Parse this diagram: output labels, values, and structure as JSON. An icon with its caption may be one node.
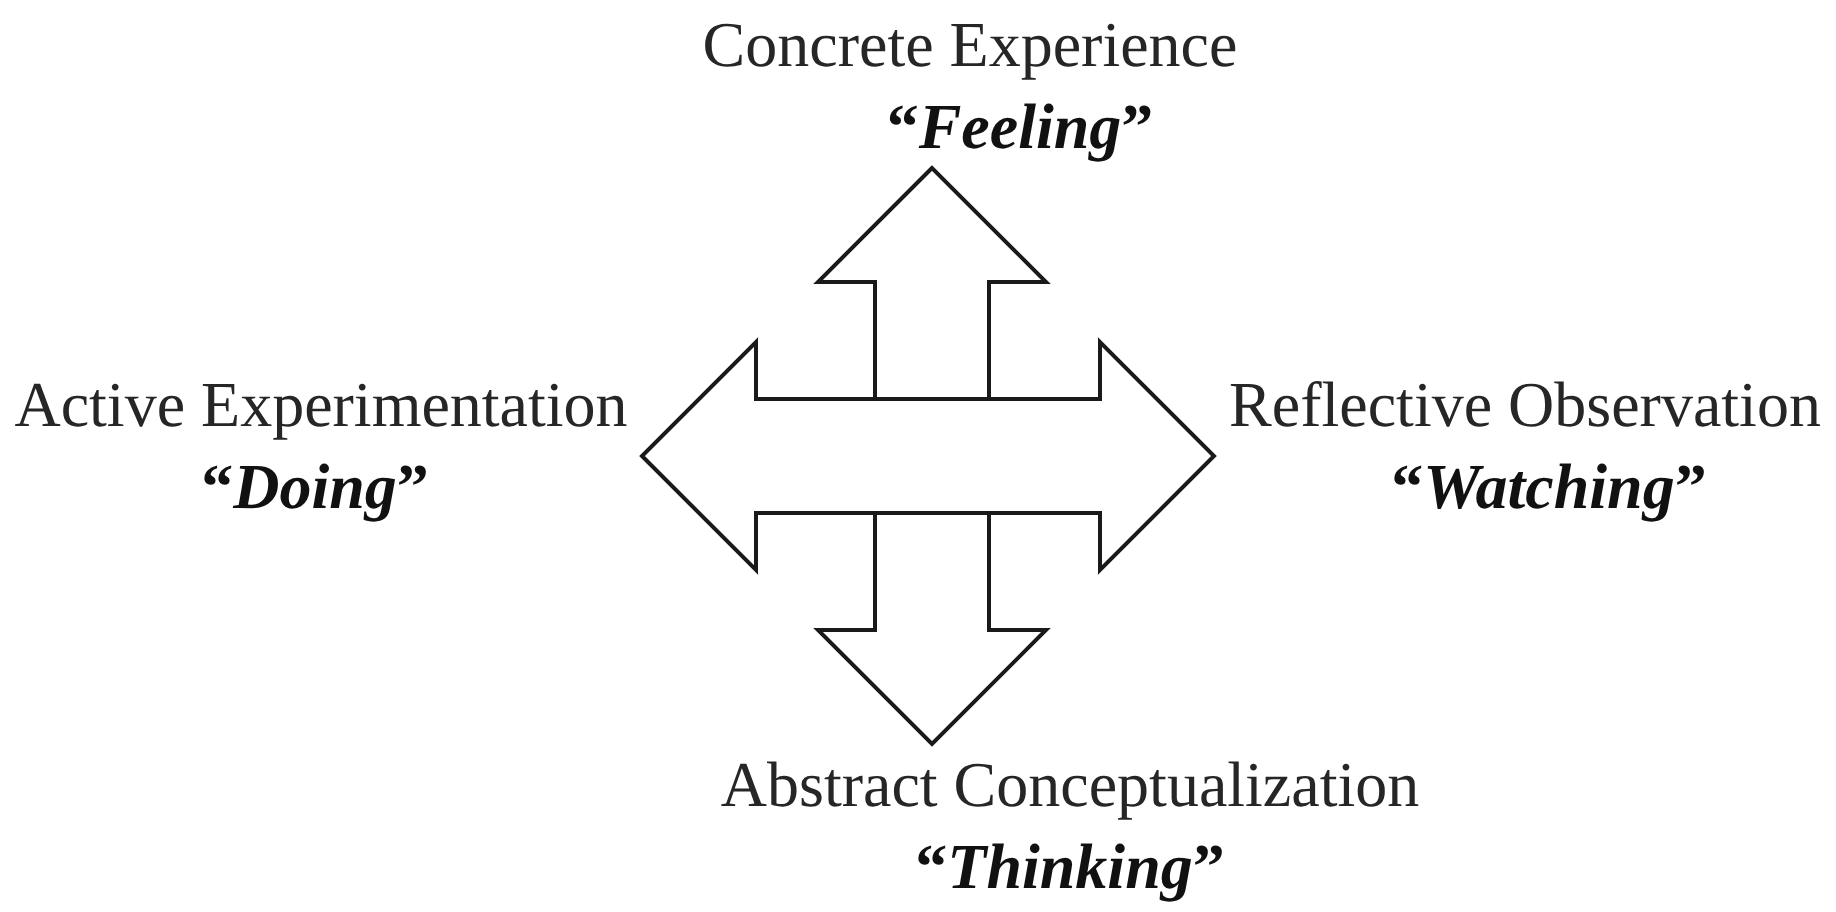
{
  "diagram": {
    "nodes": [
      {
        "text": [
          "Concrete Experience",
          "“*Feeling*”"
        ]
      },
      {
        "text": [
          "Active Experimentation",
          "“*Doing*”"
        ]
      },
      {
        "text": [
          "Reflective Observation",
          "“*Watching*”"
        ]
      },
      {
        "text": [
          "Abstract Conceptualization",
          "“*Thinking*”"
        ]
      }
    ],
    "edges": [
      {
        "from": 0,
        "to": 3,
        "arrow": "both"
      },
      {
        "from": 1,
        "to": 2,
        "arrow": "both"
      }
    ]
  }
}
